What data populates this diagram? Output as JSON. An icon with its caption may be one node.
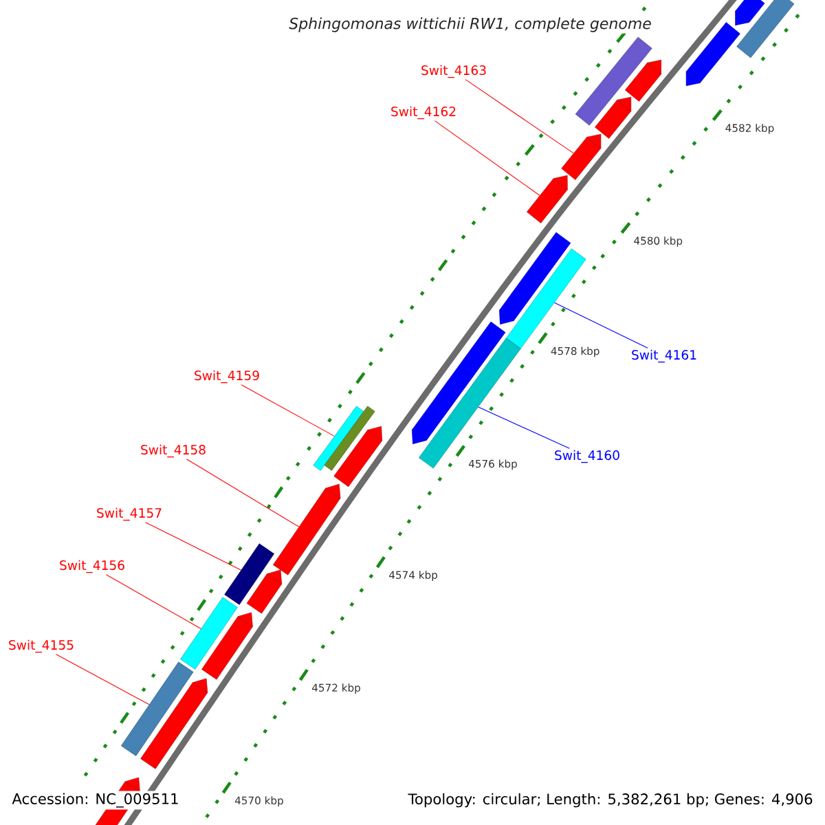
{
  "diagram": {
    "title": "Sphingomonas wittichii RW1, complete genome",
    "nodes": [
      {
        "text": [
          "Swit_4163"
        ]
      },
      {
        "text": [
          "Swit_4162"
        ]
      },
      {
        "text": [
          "Swit_4161"
        ]
      },
      {
        "text": [
          "Swit_4160"
        ]
      },
      {
        "text": [
          "Swit_4159"
        ]
      },
      {
        "text": [
          "Swit_4158"
        ]
      },
      {
        "text": [
          "Swit_4157"
        ]
      },
      {
        "text": [
          "Swit_4156"
        ]
      },
      {
        "text": [
          "Swit_4155"
        ]
      },
      {
        "text": [],
        "shape": "arrow"
      },
      {
        "text": [],
        "shape": "arrow"
      },
      {
        "text": [],
        "shape": "bar"
      },
      {
        "text": [],
        "shape": "bar"
      },
      {
        "text": [],
        "shape": "bar"
      },
      {
        "text": [],
        "shape": "arrow"
      },
      {
        "text": [],
        "shape": "bar"
      },
      {
        "text": [],
        "shape": "bar"
      },
      {
        "text": [],
        "shape": "bar"
      },
      {
        "text": [],
        "shape": "arrow"
      },
      {
        "text": [],
        "shape": "arrow"
      },
      {
        "text": [],
        "shape": "arrow"
      },
      {
        "text": [],
        "shape": "arrow"
      },
      {
        "text": [],
        "shape": "arrow"
      },
      {
        "text": [],
        "shape": "arrow"
      },
      {
        "text": [],
        "shape": "arrow"
      },
      {
        "text": [],
        "shape": "bar"
      },
      {
        "text": [],
        "shape": "bar"
      },
      {
        "text": [],
        "shape": "arrow"
      },
      {
        "text": [],
        "shape": "arrow"
      },
      {
        "text": [],
        "shape": "arrow"
      },
      {
        "text": [],
        "shape": "arrow"
      },
      {
        "text": [],
        "shape": "bar"
      }
    ],
    "edges": [
      {
        "from": 0,
        "to": 9,
        "arrow": "none"
      },
      {
        "from": 1,
        "to": 10,
        "arrow": "none"
      },
      {
        "from": 2,
        "to": 11,
        "arrow": "none",
        "color": "#0000ff"
      },
      {
        "from": 3,
        "to": 12,
        "arrow": "none",
        "color": "#0000ff"
      },
      {
        "from": 4,
        "to": 13,
        "arrow": "none"
      },
      {
        "from": 5,
        "to": 14,
        "arrow": "none"
      },
      {
        "from": 6,
        "to": 15,
        "arrow": "none"
      },
      {
        "from": 7,
        "to": 16,
        "arrow": "none"
      },
      {
        "from": 8,
        "to": 17,
        "arrow": "none"
      }
    ],
    "labels": [
      "4582 kbp",
      "4580 kbp",
      "4578 kbp",
      "4576 kbp",
      "4574 kbp",
      "4572 kbp",
      "4570 kbp",
      "Accession: NC_009511",
      "Topology: circular; Length: 5,382,261 bp; Genes: 4,906"
    ]
  }
}
